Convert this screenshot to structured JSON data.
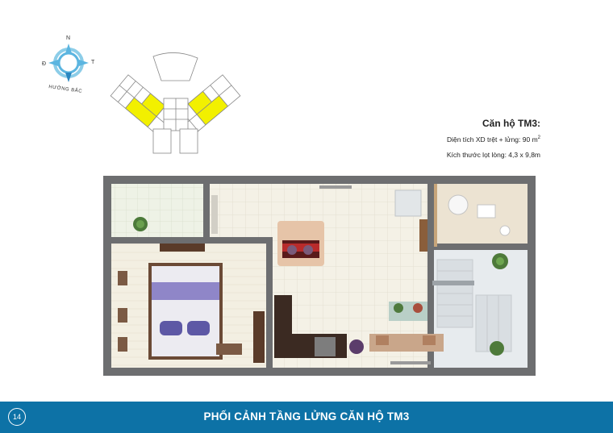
{
  "compass": {
    "north": "N",
    "west": "Đ",
    "east": "T",
    "caption": "HƯỚNG BẮC"
  },
  "unit_info": {
    "title": "Căn hộ TM3:",
    "area_text": "Diện tích XD trệt + lửng: 90 m",
    "area_unit_sup": "2",
    "dimensions": "Kích thước lọt lòng: 4,3 x 9,8m"
  },
  "footer": {
    "page_number": "14",
    "title": "PHỐI CẢNH TẦNG LỬNG CĂN HỘ TM3"
  },
  "colors": {
    "footer_blue": "#0d72a6",
    "highlight_yellow": "#f2f000",
    "wall_gray": "#6d6e70",
    "compass_blue": "#5bb5e0"
  }
}
